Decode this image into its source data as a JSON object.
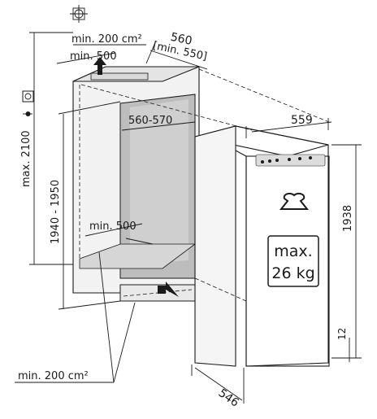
{
  "labels": {
    "vent_top_area": "min. 200 cm²",
    "top_clearance": "min. 500",
    "niche_depth": "560",
    "niche_depth_min": "[min. 550]",
    "niche_width": "560-570",
    "niche_height": "1940 - 1950",
    "total_height": "max. 2100",
    "inner_clearance": "min. 500",
    "vent_bottom_area": "min. 200 cm²",
    "appliance_width": "559",
    "appliance_height": "1938",
    "plinth_gap": "12",
    "appliance_depth": "546",
    "weight_line1": "max.",
    "weight_line2": "26 kg"
  },
  "icons": {
    "top": "crosshair-icon",
    "socket": "power-socket-icon"
  },
  "colors": {
    "line": "#1a1a1a",
    "niche_fill": "#bdbdbd",
    "appliance_fill": "#ffffff"
  }
}
